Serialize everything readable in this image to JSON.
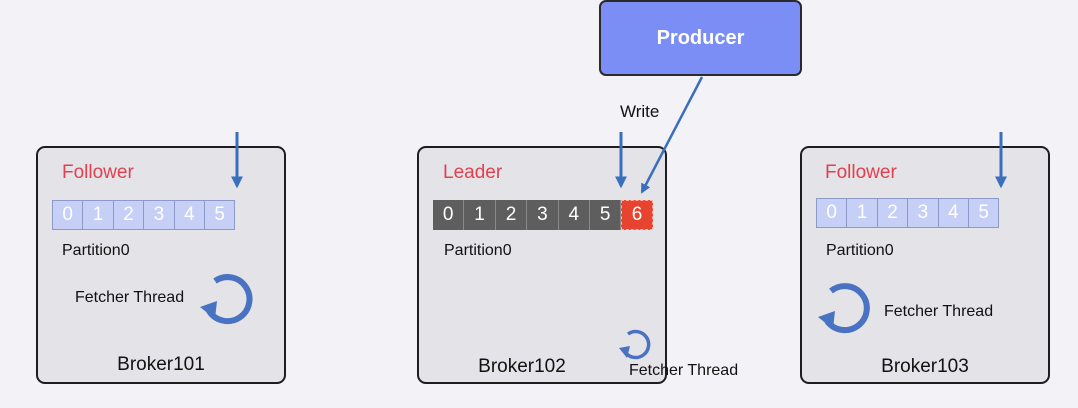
{
  "producer": {
    "label": "Producer"
  },
  "write_label": "Write",
  "colors": {
    "arrow": "#3a6fbd",
    "fetcher_icon": "#4a72c2",
    "new_offset": "#e8432f",
    "role_text": "#e2404e"
  },
  "brokers": [
    {
      "name": "Broker101",
      "role": "Follower",
      "partition": "Partition0",
      "offsets": [
        "0",
        "1",
        "2",
        "3",
        "4",
        "5"
      ],
      "fetcher_label": "Fetcher Thread"
    },
    {
      "name": "Broker102",
      "role": "Leader",
      "partition": "Partition0",
      "offsets": [
        "0",
        "1",
        "2",
        "3",
        "4",
        "5"
      ],
      "new_offset": "6",
      "fetcher_label": "Fetcher Thread"
    },
    {
      "name": "Broker103",
      "role": "Follower",
      "partition": "Partition0",
      "offsets": [
        "0",
        "1",
        "2",
        "3",
        "4",
        "5"
      ],
      "fetcher_label": "Fetcher Thread"
    }
  ],
  "icons": [
    "down-arrow-icon",
    "write-arrow-icon",
    "fetcher-thread-icon"
  ]
}
